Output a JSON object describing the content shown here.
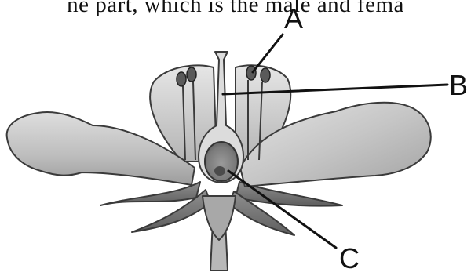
{
  "caption": "ne part, which is the male and fema",
  "labels": {
    "a": "A",
    "b": "B",
    "c": "C"
  }
}
